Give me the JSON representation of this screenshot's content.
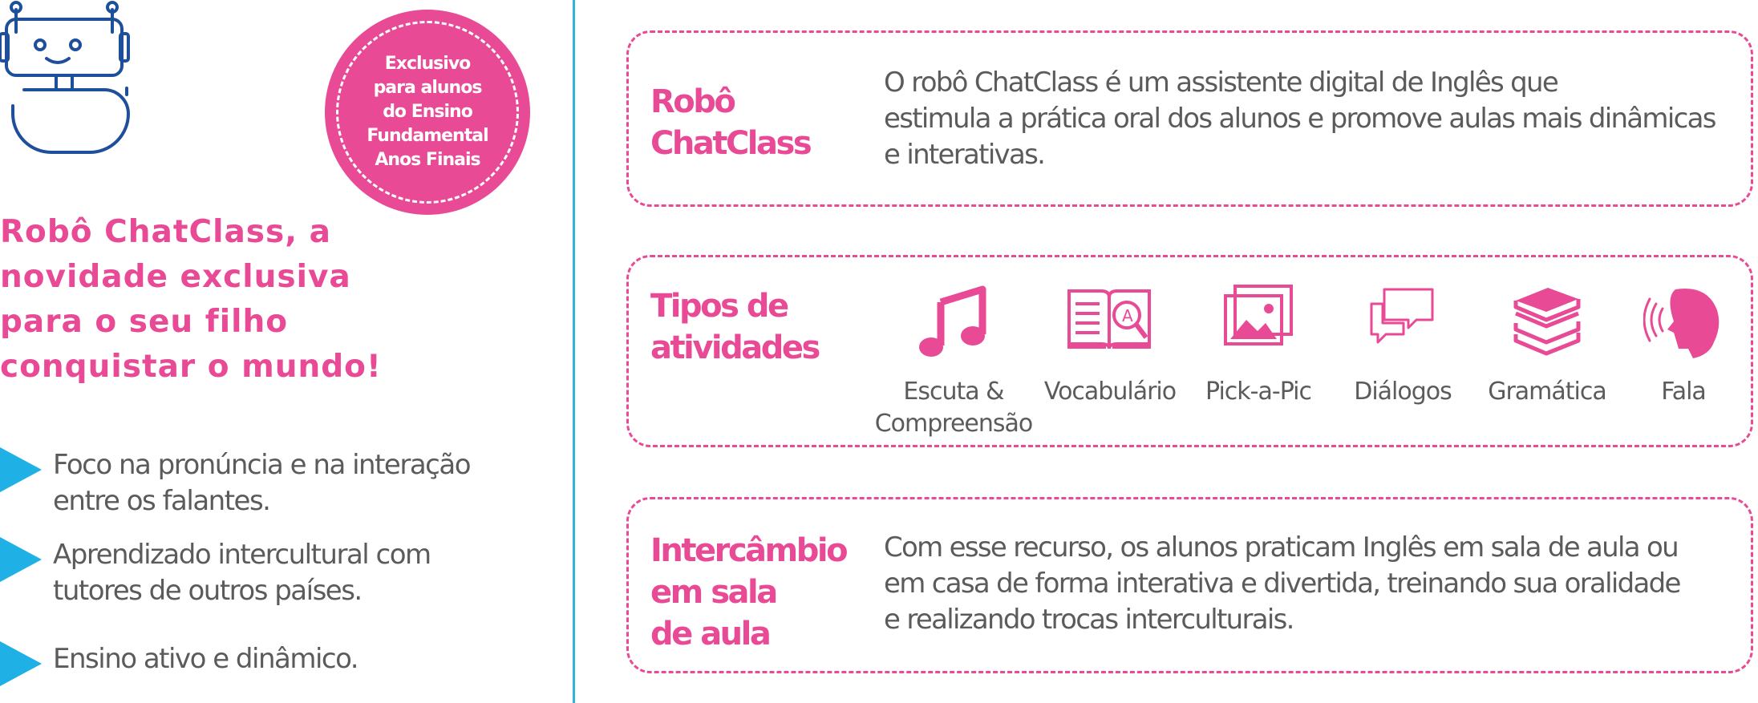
{
  "badge": {
    "lines": [
      "Exclusivo",
      "para alunos",
      "do Ensino",
      "Fundamental",
      "Anos Finais"
    ]
  },
  "headline": {
    "lines": [
      "Robô ChatClass,  a",
      "novidade exclusiva",
      "para o seu filho",
      "conquistar o mundo!"
    ]
  },
  "bullets": [
    {
      "lines": [
        "Foco na pronúncia e na interação",
        "entre os falantes."
      ]
    },
    {
      "lines": [
        "Aprendizado intercultural com",
        "tutores de outros países."
      ]
    },
    {
      "lines": [
        "Ensino ativo e dinâmico."
      ]
    }
  ],
  "cards": {
    "robot": {
      "title_lines": [
        "Robô",
        "ChatClass"
      ],
      "text_lines": [
        "O robô ChatClass é um assistente digital de Inglês que",
        "estimula a prática oral dos alunos e promove aulas mais dinâmicas",
        "e interativas."
      ]
    },
    "activities": {
      "title_lines": [
        "Tipos de",
        "atividades"
      ],
      "items": [
        {
          "label_lines": [
            "Escuta &",
            "Compreensão"
          ],
          "icon": "music-note-icon"
        },
        {
          "label_lines": [
            "Vocabulário"
          ],
          "icon": "dictionary-search-icon"
        },
        {
          "label_lines": [
            "Pick-a-Pic"
          ],
          "icon": "picture-icon"
        },
        {
          "label_lines": [
            "Diálogos"
          ],
          "icon": "chat-bubbles-icon"
        },
        {
          "label_lines": [
            "Gramática"
          ],
          "icon": "books-stack-icon"
        },
        {
          "label_lines": [
            "Fala"
          ],
          "icon": "speaking-head-icon"
        }
      ]
    },
    "exchange": {
      "title_lines": [
        "Intercâmbio",
        "em sala",
        "de aula"
      ],
      "text_lines": [
        "Com esse recurso, os alunos praticam Inglês em sala de aula ou",
        "em casa de forma interativa e divertida, treinando sua oralidade",
        "e realizando trocas interculturais."
      ]
    }
  },
  "colors": {
    "accent": "#e84a96",
    "robot": "#1d4f9a",
    "arrow": "#1fb1e6",
    "text": "#5b5b5b",
    "divider": "#33b4dc"
  }
}
